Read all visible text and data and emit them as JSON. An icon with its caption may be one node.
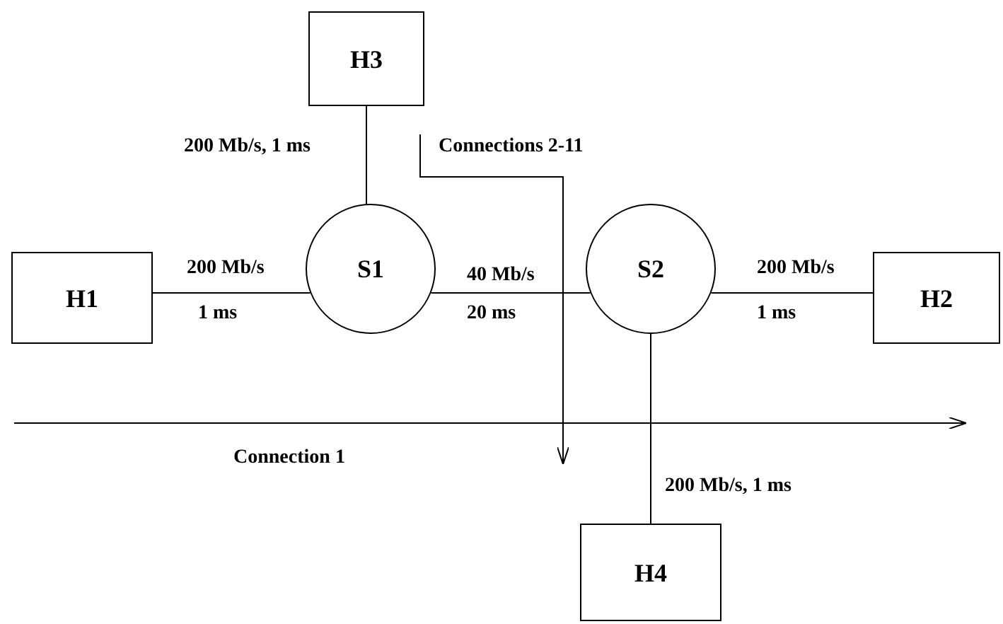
{
  "diagram": {
    "nodes": [
      {
        "text": [
          "H3"
        ]
      },
      {
        "text": [
          "H1"
        ]
      },
      {
        "text": [
          "S1"
        ]
      },
      {
        "text": [
          "S2"
        ]
      },
      {
        "text": [
          "H2"
        ]
      },
      {
        "text": [
          "H4"
        ]
      }
    ],
    "edges": [
      {
        "from": 0,
        "to": 2,
        "arrow": "none"
      },
      {
        "from": 1,
        "to": 2,
        "arrow": "none"
      },
      {
        "from": 2,
        "to": 3,
        "arrow": "none"
      },
      {
        "from": 3,
        "to": 4,
        "arrow": "none"
      },
      {
        "from": 3,
        "to": 5,
        "arrow": "none"
      }
    ],
    "labels": [
      "200 Mb/s, 1 ms",
      "Connections 2-11",
      "200 Mb/s",
      "1 ms",
      "40 Mb/s",
      "20 ms",
      "200 Mb/s",
      "1 ms",
      "Connection 1",
      "200 Mb/s, 1 ms"
    ]
  }
}
